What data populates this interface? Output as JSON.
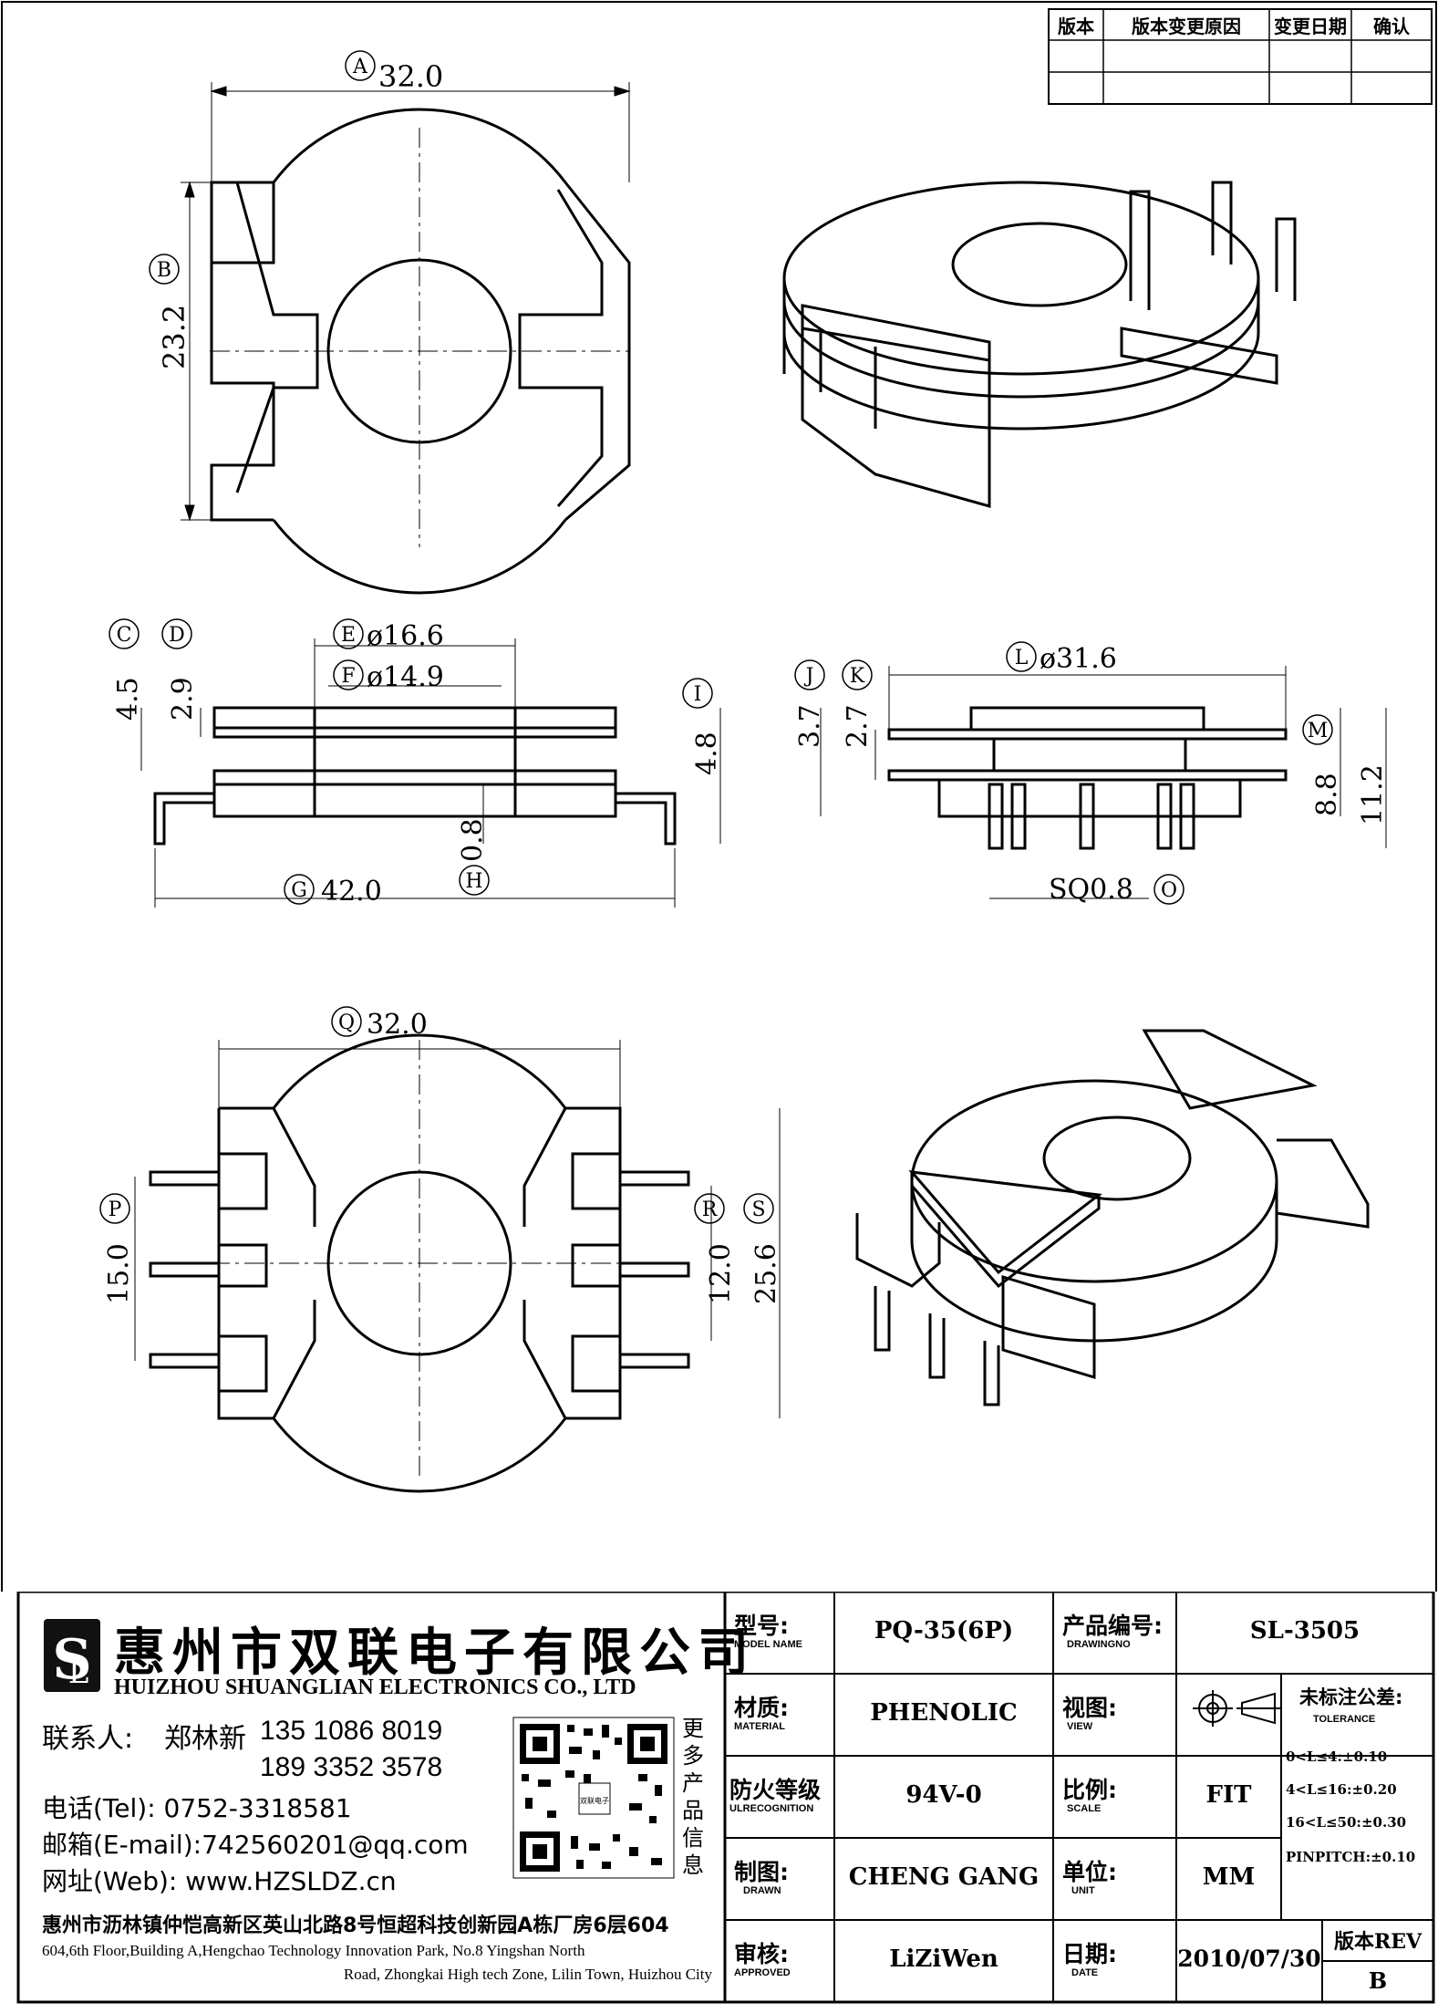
{
  "revision_table": {
    "headers": [
      "版本",
      "版本变更原因",
      "变更日期",
      "确认"
    ]
  },
  "dimensions": {
    "top_view": {
      "A": "32.0",
      "B": "23.2"
    },
    "side_view": {
      "C": "4.5",
      "D": "2.9",
      "E": "ø16.6",
      "F": "ø14.9",
      "G": "42.0",
      "H": "0.8",
      "I": "4.8"
    },
    "right_side_view": {
      "J": "3.7",
      "K": "2.7",
      "L": "ø31.6",
      "M": "8.8",
      "N": "11.2",
      "O": "SQ0.8"
    },
    "bottom_view": {
      "P": "15.0",
      "Q": "32.0",
      "R": "12.0",
      "S": "25.6"
    }
  },
  "balloons": {
    "A": "A",
    "B": "B",
    "C": "C",
    "D": "D",
    "E": "E",
    "F": "F",
    "G": "G",
    "H": "H",
    "I": "I",
    "J": "J",
    "K": "K",
    "L": "L",
    "M": "M",
    "O": "O",
    "P": "P",
    "Q": "Q",
    "R": "R",
    "S": "S"
  },
  "company": {
    "name_cn": "惠州市双联电子有限公司",
    "name_en": "HUIZHOU SHUANGLIAN ELECTRONICS CO., LTD",
    "contact_label": "联系人:",
    "contact_name": "郑林新",
    "phone1": "135 1086 8019",
    "phone2": "189 3352 3578",
    "tel": "电话(Tel): 0752-3318581",
    "email": "邮箱(E-mail):742560201@qq.com",
    "web": "网址(Web): www.HZSLDZ.cn",
    "qr_caption": "更多产品信息",
    "address_cn": "惠州市沥林镇仲恺高新区英山北路8号恒超科技创新园A栋厂房6层604",
    "address_en_1": "604,6th Floor,Building A,Hengchao Technology Innovation Park, No.8 Yingshan North",
    "address_en_2": "Road, Zhongkai High tech Zone, Lilin Town, Huizhou City"
  },
  "title_block": {
    "model_label_cn": "型号:",
    "model_label_en": "MODEL NAME",
    "model": "PQ-35(6P)",
    "drawingno_label_cn": "产品编号:",
    "drawingno_label_en": "DRAWINGNO",
    "drawingno": "SL-3505",
    "material_label_cn": "材质:",
    "material_label_en": "MATERIAL",
    "material": "PHENOLIC",
    "view_label_cn": "视图:",
    "view_label_en": "VIEW",
    "tolerance_label_cn": "未标注公差:",
    "tolerance_label_en": "TOLERANCE",
    "fire_label_cn": "防火等级",
    "fire_label_en": "ULRECOGNITION",
    "fire": "94V-0",
    "scale_label_cn": "比例:",
    "scale_label_en": "SCALE",
    "scale": "FIT",
    "tol1": "0<L≤4:±0.10",
    "tol2": "4<L≤16:±0.20",
    "tol3": "16<L≤50:±0.30",
    "tol4": "PINPITCH:±0.10",
    "drawn_label_cn": "制图:",
    "drawn_label_en": "DRAWN",
    "drawn": "CHENG GANG",
    "unit_label_cn": "单位:",
    "unit_label_en": "UNIT",
    "unit": "MM",
    "approved_label_cn": "审核:",
    "approved_label_en": "APPROVED",
    "approved": "LiZiWen",
    "date_label_cn": "日期:",
    "date_label_en": "DATE",
    "date": "2010/07/30",
    "rev_label": "版本REV",
    "rev": "B"
  }
}
